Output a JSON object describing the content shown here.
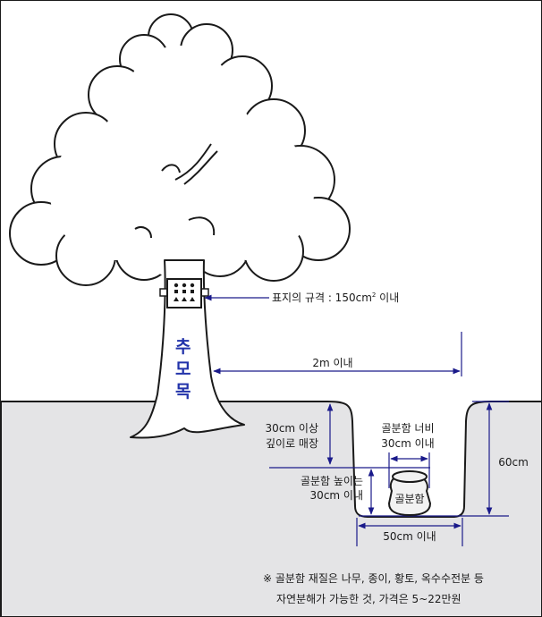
{
  "colors": {
    "ground": "#e4e4e6",
    "outline": "#1a1a1a",
    "dimension": "#1a1a8a",
    "trunk_text": "#2233aa",
    "urn_fill": "#f2f2f2"
  },
  "tree": {
    "trunk_label_chars": [
      "추",
      "모",
      "목"
    ],
    "tag_label": "표지의 규격 : 150cm",
    "tag_label_sup": "2",
    "tag_label_suffix": " 이내"
  },
  "dimensions": {
    "distance_label": "2m 이내",
    "burial_depth_line1": "30cm 이상",
    "burial_depth_line2": "깊이로 매장",
    "urn_width_line1": "골분함 너비",
    "urn_width_line2": "30cm 이내",
    "urn_height_line1": "골분함 높이는",
    "urn_height_line2": "30cm 이내",
    "pit_depth_label": "60cm",
    "pit_width_label": "50cm 이내"
  },
  "urn": {
    "label": "골분함"
  },
  "notes": {
    "line1": "※ 골분함 재질은 나무, 종이, 황토, 옥수수전분 등",
    "line2": "자연분해가 가능한 것, 가격은 5~22만원"
  }
}
